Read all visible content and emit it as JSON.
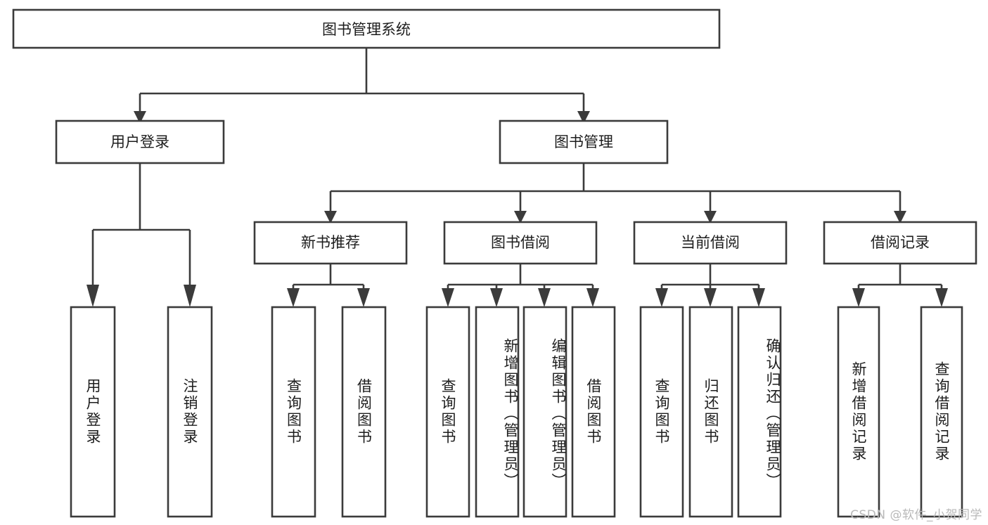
{
  "diagram": {
    "title": "图书管理系统",
    "type": "hierarchy-tree",
    "watermark": "CSDN @软件_小贺同学",
    "colors": {
      "stroke": "#3b3b3b",
      "fill": "#ffffff",
      "text": "#1d1d1d",
      "watermark": "#b9b9b9",
      "background": "#ffffff"
    },
    "root": {
      "label": "图书管理系统"
    },
    "level1": [
      {
        "label": "用户登录"
      },
      {
        "label": "图书管理"
      }
    ],
    "level2": [
      {
        "label": "新书推荐"
      },
      {
        "label": "图书借阅"
      },
      {
        "label": "当前借阅"
      },
      {
        "label": "借阅记录"
      }
    ],
    "leaves": {
      "user_login": [
        {
          "label": "用户登录"
        },
        {
          "label": "注销登录"
        }
      ],
      "new_book_recommend": [
        {
          "label": "查询图书"
        },
        {
          "label": "借阅图书"
        }
      ],
      "book_borrow": [
        {
          "label": "查询图书"
        },
        {
          "label": "新增图书（管理员）"
        },
        {
          "label": "编辑图书（管理员）"
        },
        {
          "label": "借阅图书"
        }
      ],
      "current_borrow": [
        {
          "label": "查询图书"
        },
        {
          "label": "归还图书"
        },
        {
          "label": "确认归还（管理员）"
        }
      ],
      "borrow_record": [
        {
          "label": "新增借阅记录"
        },
        {
          "label": "查询借阅记录"
        }
      ]
    }
  }
}
